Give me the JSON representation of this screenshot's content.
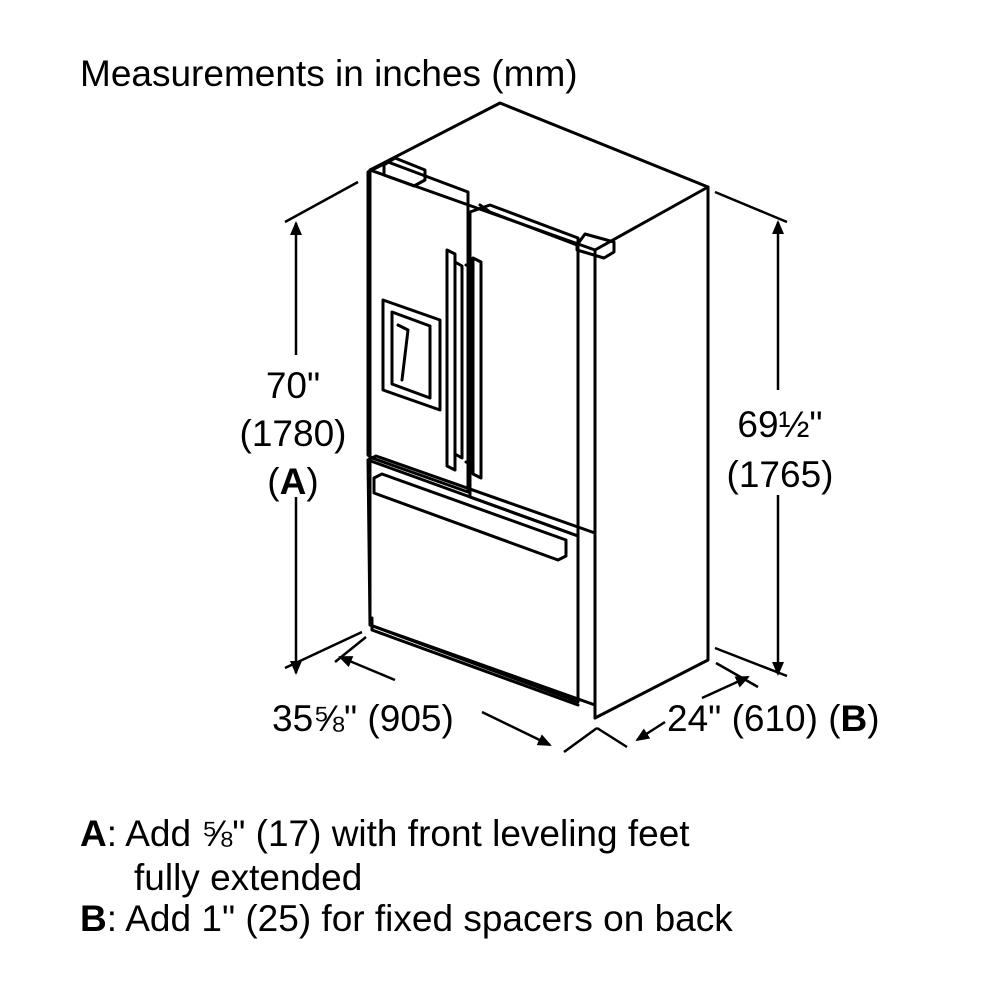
{
  "title": "Measurements in inches (mm)",
  "dimensions": {
    "height_left": {
      "inches": "70\"",
      "mm": "(1780)",
      "open": "(",
      "key": "A",
      "close": ")"
    },
    "height_right": {
      "inches": "69½\"",
      "mm": "(1765)"
    },
    "width": {
      "text": "35⅝\" (905)"
    },
    "depth": {
      "text": "24\" (610) (",
      "key": "B",
      "close": ")"
    }
  },
  "notes": [
    {
      "key": "A",
      "text": ": Add ⅝\" (17) with front leveling feet",
      "text2": "fully extended"
    },
    {
      "key": "B",
      "text": ": Add 1\" (25) for fixed spacers on back"
    }
  ],
  "colors": {
    "line": "#000000",
    "background": "#ffffff"
  }
}
